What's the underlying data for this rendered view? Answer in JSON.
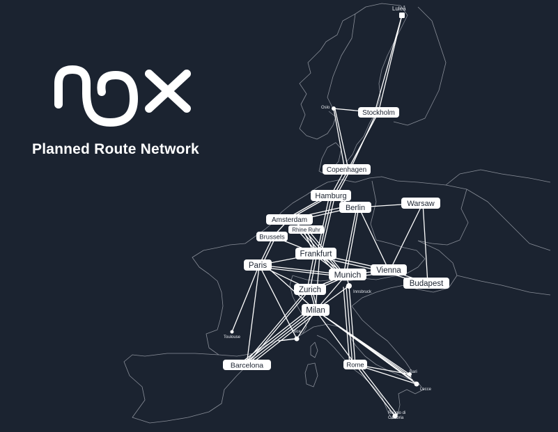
{
  "brand": {
    "name": "nox",
    "subtitle": "Planned Route Network"
  },
  "colors": {
    "background": "#1b2330",
    "route": "#ffffff",
    "border": "#8a8f99",
    "label_text": "#1b2330"
  },
  "major_cities": [
    "Stockholm",
    "Copenhagen",
    "Hamburg",
    "Berlin",
    "Warsaw",
    "Amsterdam",
    "Rhine Ruhr",
    "Brussels",
    "Frankfurt",
    "Paris",
    "Munich",
    "Vienna",
    "Budapest",
    "Zurich",
    "Milan",
    "Barcelona",
    "Rome"
  ],
  "minor_cities": [
    "Luleå",
    "Oslo",
    "Innsbruck",
    "Nice",
    "Toulouse",
    "Bari",
    "Lecce",
    "Reggio di Calabria"
  ]
}
